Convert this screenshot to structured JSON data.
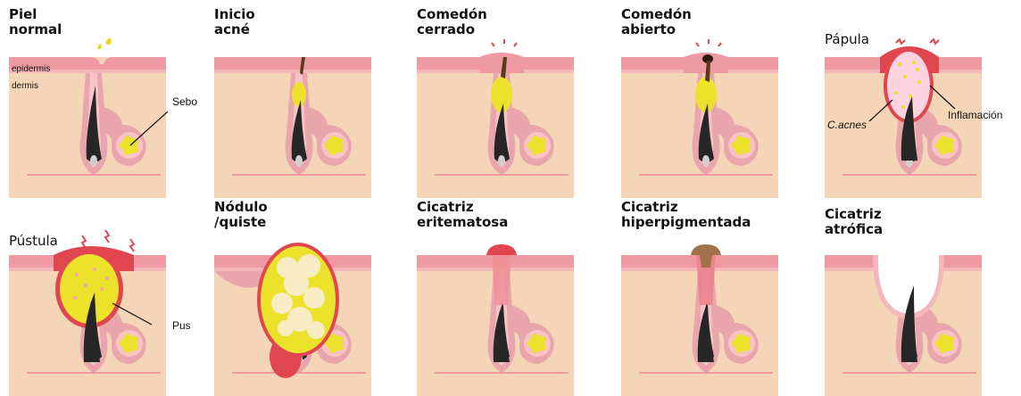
{
  "colors": {
    "dermis": "#f5d5b7",
    "epidermis": "#ef9aa2",
    "epidermis_light": "#f4b7bc",
    "follicle": "#e8a5ac",
    "follicle_inner": "#f7c3c5",
    "sebum": "#ece22c",
    "hair": "#262626",
    "bulb": "#cfcfcf",
    "inflamed": "#e0464f",
    "pus_white": "#f7ecc4",
    "sebum_drop": "#e6d81a",
    "plug_dark": "#5b3a1c",
    "hyperpigment": "#a0714a"
  },
  "panels": [
    {
      "id": "piel-normal",
      "title": "Piel\nnormal",
      "bold": true
    },
    {
      "id": "inicio-acne",
      "title": "Inicio\nacné",
      "bold": true
    },
    {
      "id": "comedon-cerrado",
      "title": "Comedón\ncerrado",
      "bold": true
    },
    {
      "id": "comedon-abierto",
      "title": "Comedón\nabierto",
      "bold": true
    },
    {
      "id": "papula",
      "title": "Pápula",
      "bold": false
    },
    {
      "id": "pustula",
      "title": "Pústula",
      "bold": false
    },
    {
      "id": "nodulo",
      "title": "Nódulo\n/quiste",
      "bold": true
    },
    {
      "id": "cicatriz-eritematosa",
      "title": "Cicatriz\neritematosa",
      "bold": true
    },
    {
      "id": "cicatriz-hiper",
      "title": "Cicatriz\nhiperpigmentada",
      "bold": true
    },
    {
      "id": "cicatriz-atrofica",
      "title": "Cicatriz\natrófica",
      "bold": true
    }
  ],
  "labels": {
    "epidermis": "epidermis",
    "dermis": "dermis",
    "sebo": "Sebo",
    "cacnes": "C.acnes",
    "inflamacion": "Inflamación",
    "pus": "Pus"
  }
}
